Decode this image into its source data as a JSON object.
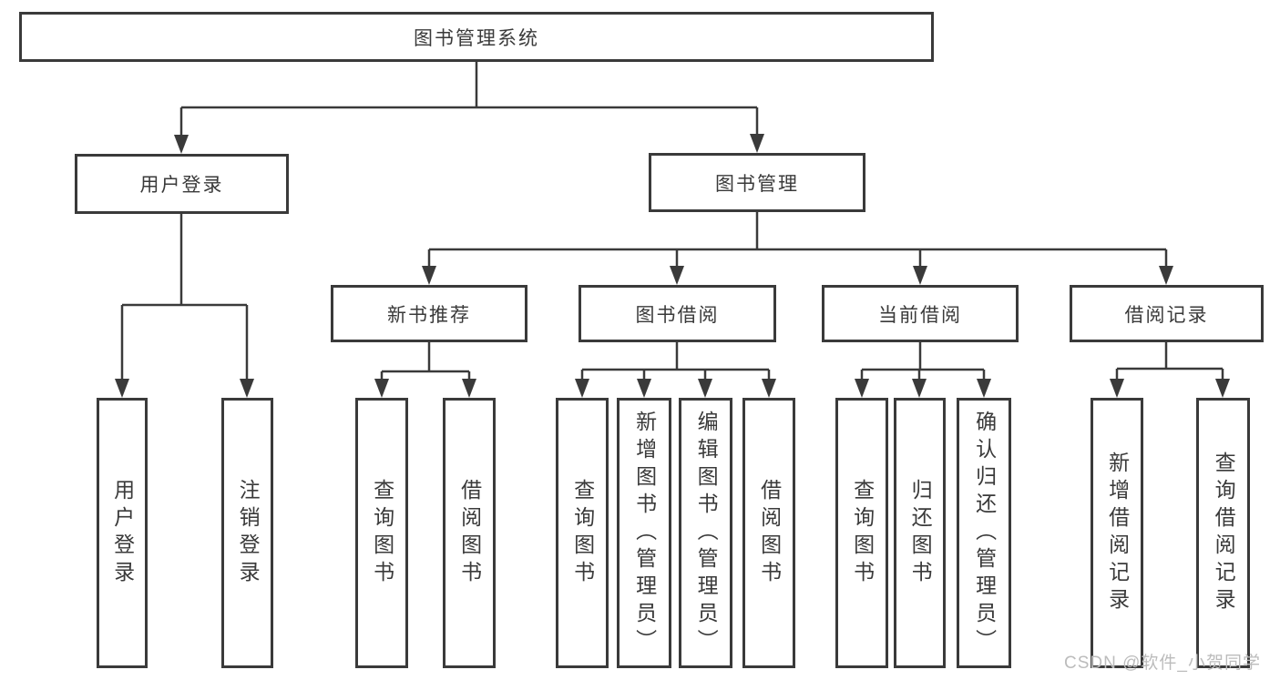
{
  "diagram": {
    "title": "图书管理系统",
    "watermark": "CSDN @软件_小贺同学",
    "colors": {
      "line": "#3a3a3a",
      "text": "#3a3a3a",
      "box_background": "#ffffff",
      "page_background": "#ffffff",
      "watermark": "#bcbcbc"
    },
    "tree": {
      "label": "图书管理系统",
      "children": [
        {
          "label": "用户登录",
          "children": [
            {
              "label": "用户登录"
            },
            {
              "label": "注销登录"
            }
          ]
        },
        {
          "label": "图书管理",
          "children": [
            {
              "label": "新书推荐",
              "children": [
                {
                  "label": "查询图书"
                },
                {
                  "label": "借阅图书"
                }
              ]
            },
            {
              "label": "图书借阅",
              "children": [
                {
                  "label": "查询图书"
                },
                {
                  "label": "新增图书（管理员）"
                },
                {
                  "label": "编辑图书（管理员）"
                },
                {
                  "label": "借阅图书"
                }
              ]
            },
            {
              "label": "当前借阅",
              "children": [
                {
                  "label": "查询图书"
                },
                {
                  "label": "归还图书"
                },
                {
                  "label": "确认归还（管理员）"
                }
              ]
            },
            {
              "label": "借阅记录",
              "children": [
                {
                  "label": "新增借阅记录"
                },
                {
                  "label": "查询借阅记录"
                }
              ]
            }
          ]
        }
      ]
    }
  }
}
